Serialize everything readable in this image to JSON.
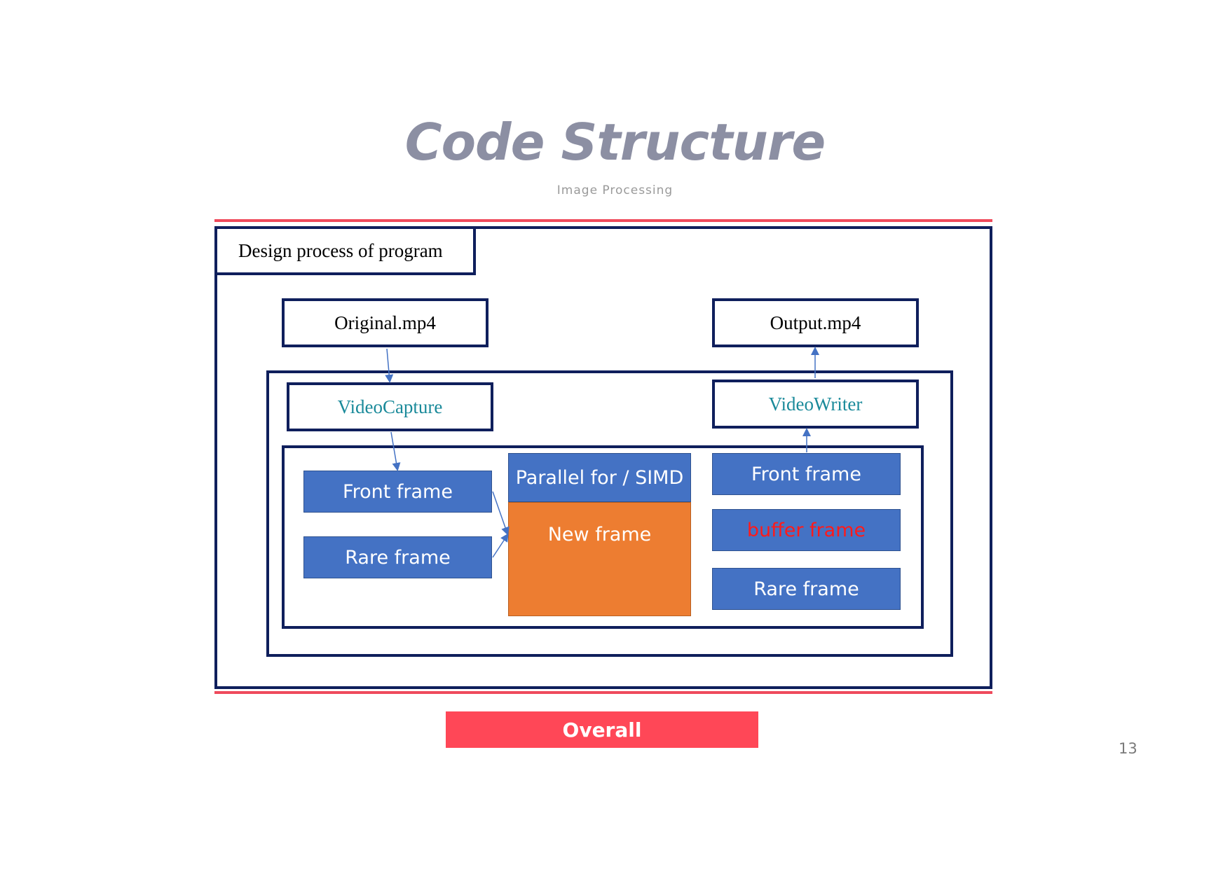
{
  "slide": {
    "title": "Code Structure",
    "subtitle": "Image Processing",
    "page_number": "13",
    "footer_button": "Overall",
    "accent_color": "#ef4a5c",
    "frame_color": "#0f1f5c"
  },
  "diagram": {
    "header": "Design process of program",
    "input_file": "Original.mp4",
    "output_file": "Output.mp4",
    "capture": "VideoCapture",
    "writer": "VideoWriter",
    "left_frames": {
      "front": "Front frame",
      "rare": "Rare frame"
    },
    "processor": {
      "header": "Parallel for / SIMD",
      "body": "New frame"
    },
    "right_frames": {
      "front": "Front frame",
      "buffer": "buffer frame",
      "rare": "Rare frame"
    },
    "colors": {
      "blue": "#4472c4",
      "orange": "#ed7d31",
      "teal": "#1a8a9a",
      "buffer_text": "#ff1a1a"
    }
  }
}
